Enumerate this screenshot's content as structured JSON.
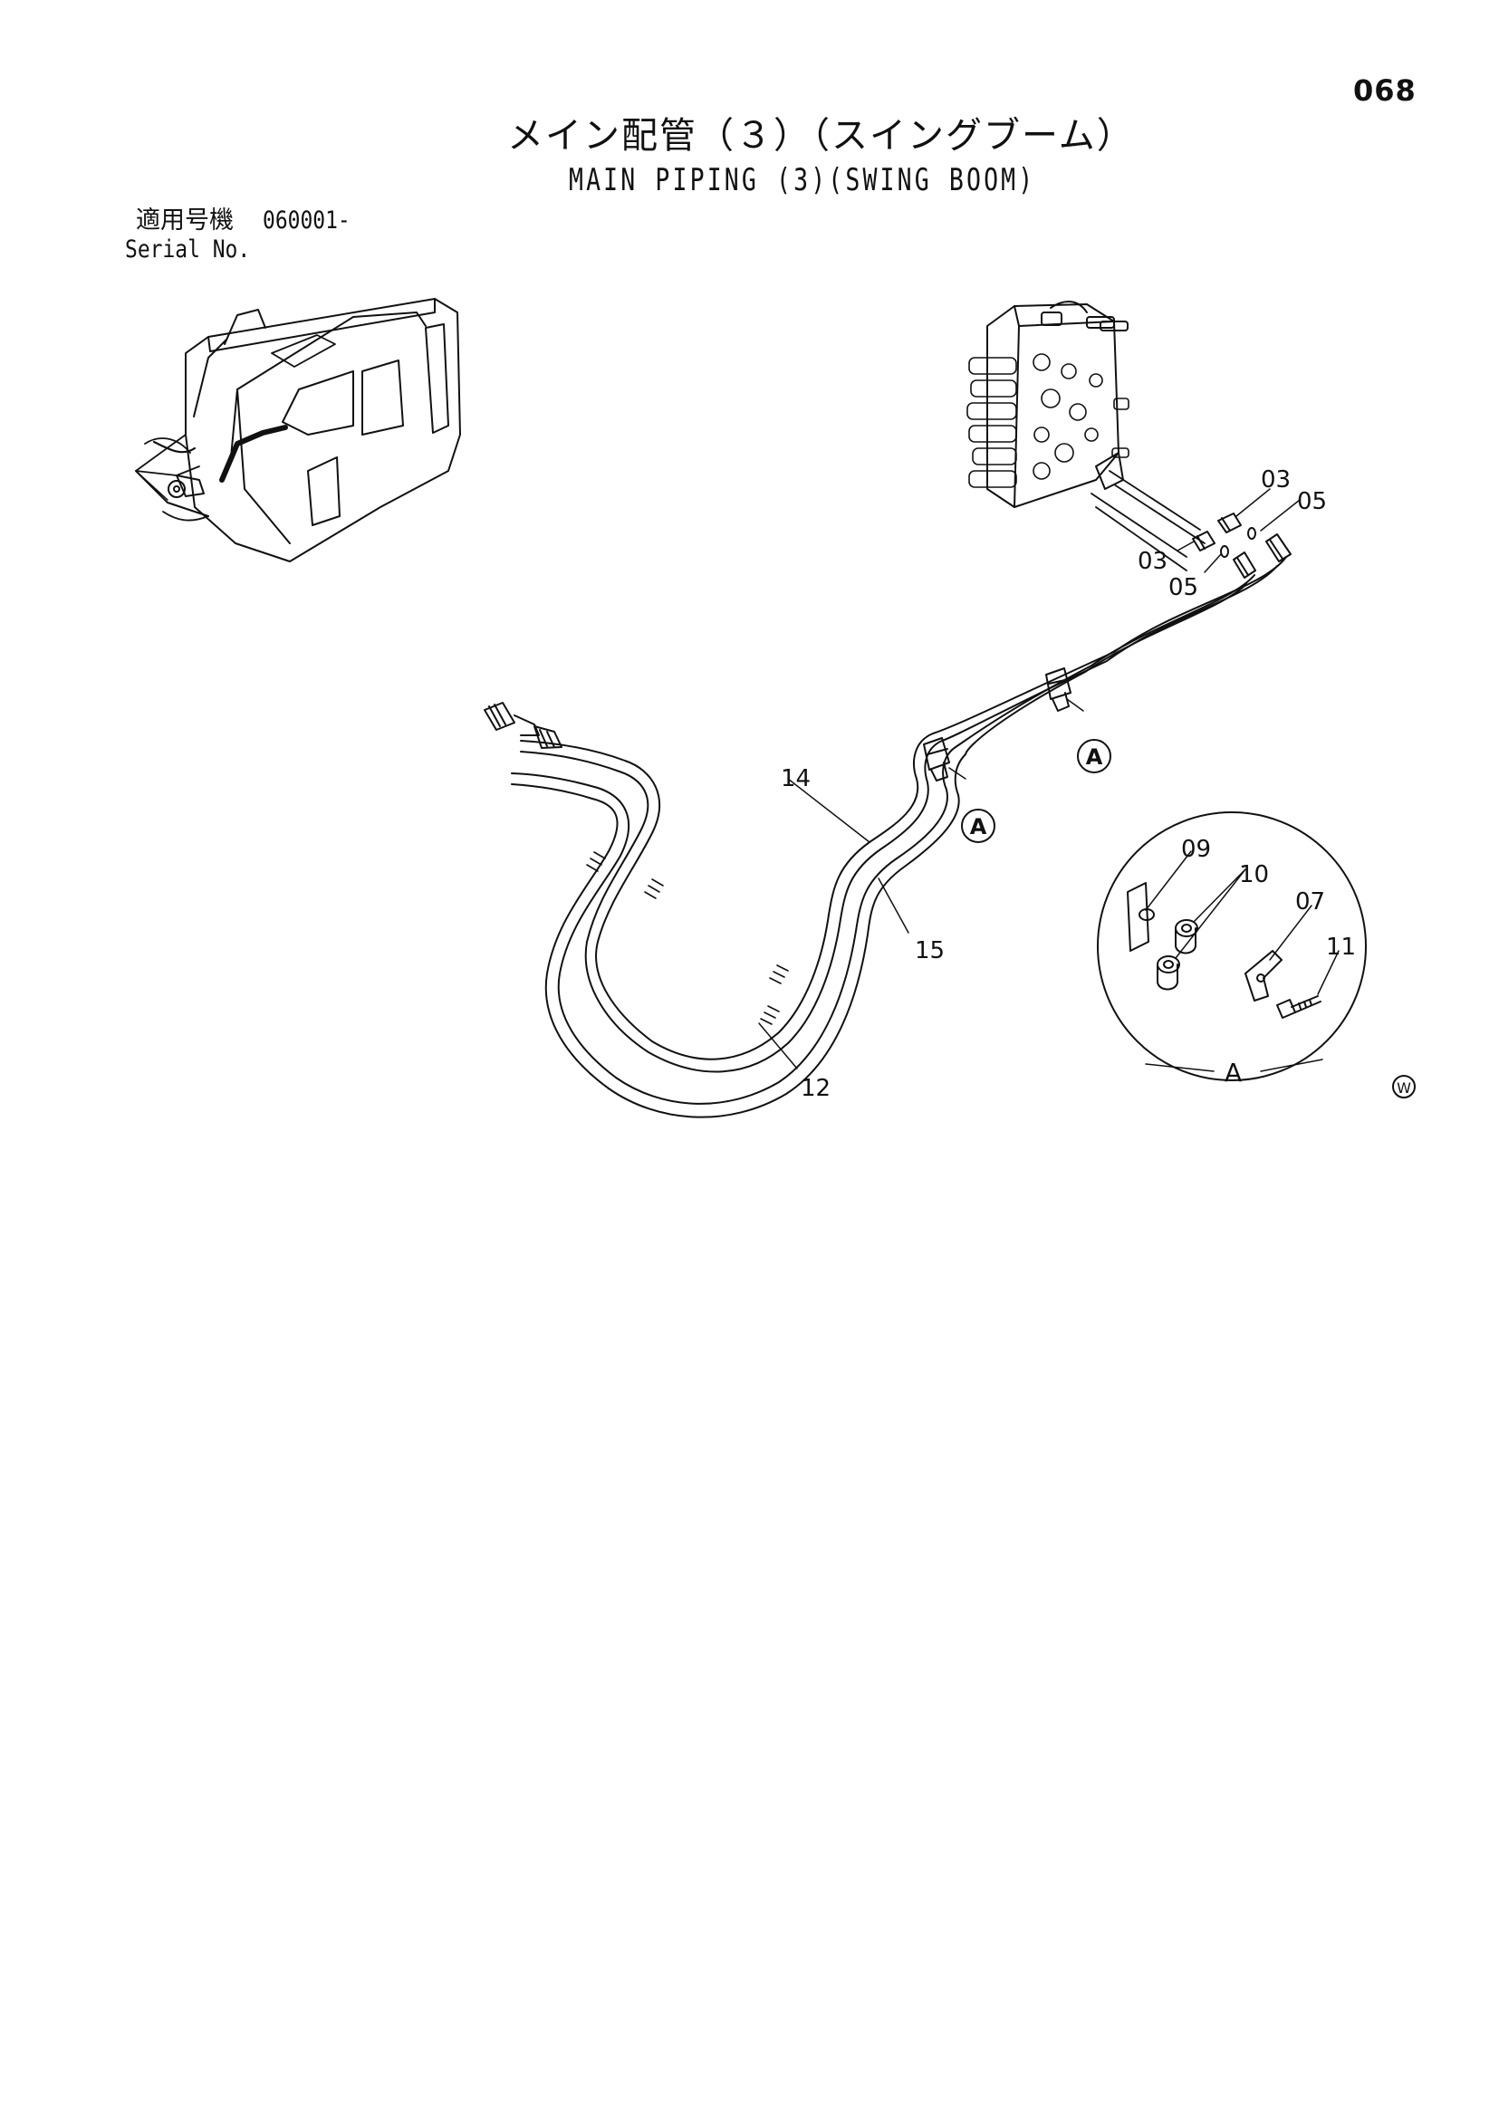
{
  "header": {
    "page_number": "068",
    "title_ja": "メイン配管（３）（スイングブーム）",
    "title_en": "MAIN PIPING (3)(SWING BOOM)",
    "serial_label_ja": "適用号機",
    "serial_value": "060001-",
    "serial_label_en": "Serial No."
  },
  "callouts": {
    "c03_top": "03",
    "c05_top": "05",
    "c03_bottom": "03",
    "c05_bottom": "05",
    "c14": "14",
    "c15": "15",
    "c12": "12",
    "c09": "09",
    "c10": "10",
    "c07": "07",
    "c11": "11"
  },
  "markers": {
    "clamp_ref_1": "A",
    "clamp_ref_2": "A",
    "detail_view_label": "A",
    "corner_mark": "W"
  },
  "colors": {
    "ink": "#111111",
    "paper": "#ffffff"
  }
}
